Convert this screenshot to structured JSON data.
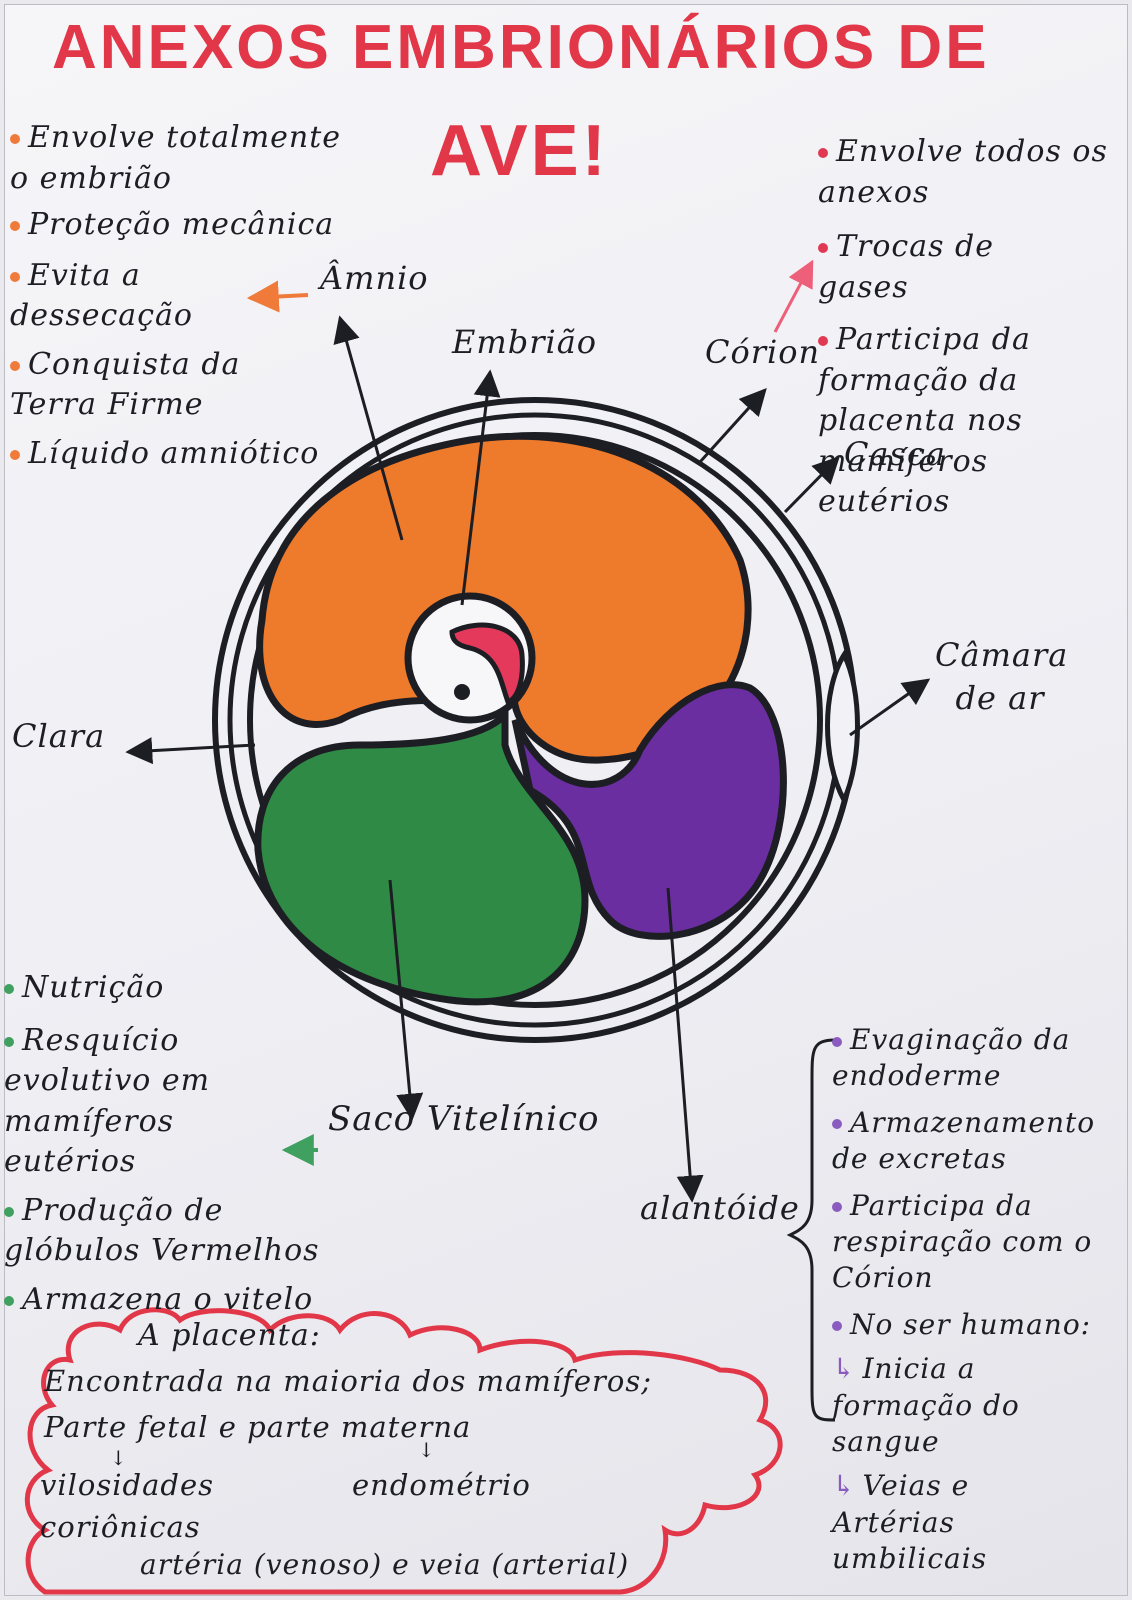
{
  "title": {
    "line1": "ANEXOS EMBRIONÁRIOS DE",
    "line2": "AVE!"
  },
  "colors": {
    "title": "#e13748",
    "amnion": "#ee7a2b",
    "yolk_sac": "#2f8a45",
    "allantois": "#6a2ea0",
    "embryo": "#e4395b",
    "orange_bullet": "#ef7a3a",
    "red_bullet": "#e03a52",
    "green_bullet": "#3fa060",
    "purple_bullet": "#8a5cc0"
  },
  "labels": {
    "amnio": "Âmnio",
    "embriao": "Embrião",
    "corion": "Córion",
    "casca": "Casca",
    "camara_de_ar": "Câmara de ar",
    "clara": "Clara",
    "saco_vitelinico": "Saco Vitelínico",
    "alantoide": "alantóide"
  },
  "amnio_notes": [
    "Envolve totalmente o embrião",
    "Proteção mecânica",
    "Evita a dessecação",
    "Conquista da Terra Firme",
    "Líquido amniótico"
  ],
  "corion_notes": [
    "Envolve todos os anexos",
    "Trocas de gases",
    "Participa da formação da placenta nos mamíferos eutérios"
  ],
  "saco_notes": [
    "Nutrição",
    "Resquício evolutivo em mamíferos eutérios",
    "Produção de glóbulos Vermelhos",
    "Armazena o vitelo"
  ],
  "alantoide_notes": [
    "Evaginação da endoderme",
    "Armazenamento de excretas",
    "Participa da respiração com o Córion",
    "No ser humano:",
    "Inicia a formação do sangue",
    "Veias e Artérias umbilicais"
  ],
  "placenta_box": {
    "heading": "A placenta:",
    "line1": "Encontrada na maioria dos mamíferos;",
    "line2": "Parte fetal e parte materna",
    "fetal_a": "vilosidades",
    "fetal_b": "coriônicas",
    "materna": "endométrio",
    "vessels": "artéria (venoso) e veia (arterial)"
  }
}
